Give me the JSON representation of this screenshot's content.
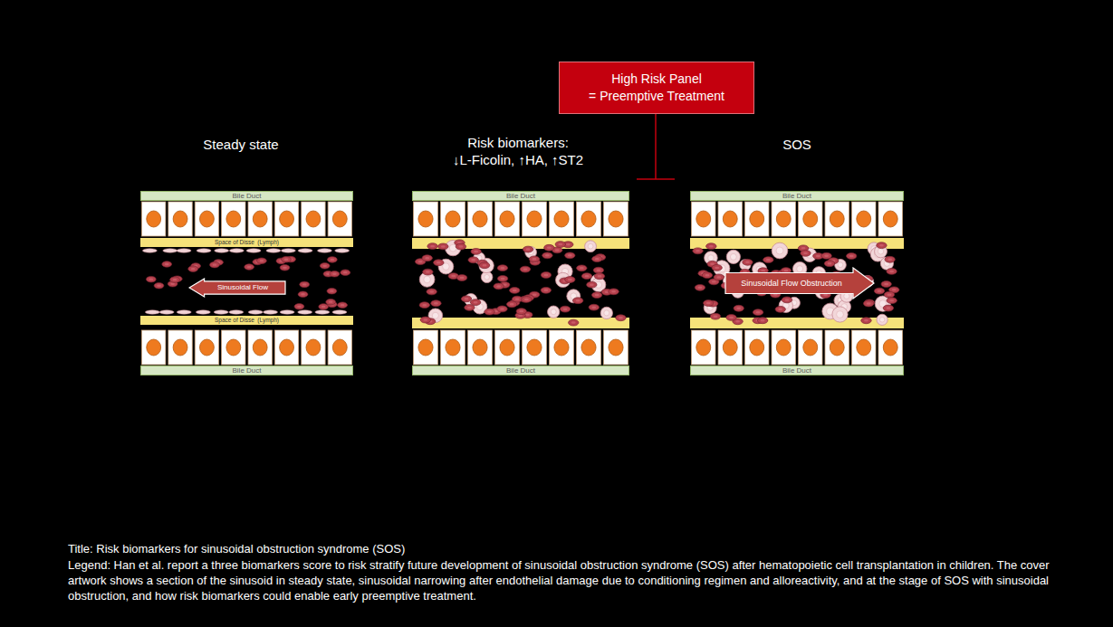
{
  "diagram": {
    "title": "Title: Risk biomarkers for sinusoidal obstruction syndrome (SOS)",
    "caption": "Legend: Han et al. report a three biomarkers score to risk stratify future development of sinusoidal obstruction syndrome (SOS) after hematopoietic cell transplantation in children. The cover artwork shows a section of the sinusoid in steady state, sinusoidal narrowing after endothelial damage due to conditioning regimen and alloreactivity, and at the stage of SOS with sinusoidal obstruction, and how risk biomarkers could enable early preemptive treatment.",
    "nodes": [
      {
        "text": [
          "High Risk Panel",
          "= Preemptive Treatment"
        ]
      },
      {
        "text": [
          "Bile Duct"
        ]
      },
      {
        "text": [
          "Space of Disse  (Lymph)"
        ]
      },
      {
        "text": [
          "Sinusoidal Flow"
        ]
      },
      {
        "text": [
          "Space of Disse  (Lymph)"
        ]
      },
      {
        "text": [
          "Bile Duct"
        ]
      },
      {
        "text": [
          "Bile Duct"
        ]
      },
      {
        "text": [
          "Bile Duct"
        ]
      },
      {
        "text": [
          "Bile Duct"
        ]
      },
      {
        "text": [
          "Sinusoidal Flow Obstruction"
        ]
      },
      {
        "text": [
          "Bile Duct"
        ]
      }
    ],
    "labels": [
      "Steady state",
      "Risk biomarkers:",
      "↓L-Ficolin, ↑HA, ↑ST2",
      "SOS"
    ]
  }
}
